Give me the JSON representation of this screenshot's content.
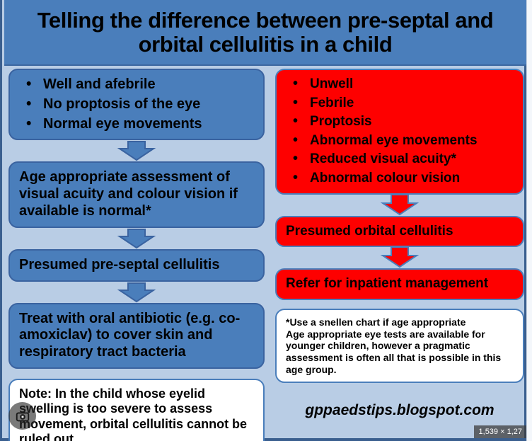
{
  "title": "Telling the difference between pre-septal and orbital cellulitis in a child",
  "colors": {
    "banner_blue": "#4a7ebb",
    "page_blue": "#b9cde5",
    "node_blue": "#4a7ebb",
    "node_red": "#fe0000",
    "border_blue": "#3a63a0",
    "text_black": "#000000",
    "box_white": "#ffffff"
  },
  "left_column": {
    "features_box": {
      "items": [
        "Well and afebrile",
        "No proptosis of the eye",
        "Normal eye movements"
      ]
    },
    "assessment_box": {
      "text": "Age appropriate assessment of visual acuity and colour vision if available is normal*"
    },
    "diagnosis_box": {
      "text": "Presumed pre-septal cellulitis"
    },
    "treatment_box": {
      "text": "Treat with oral antibiotic (e.g. co-amoxiclav) to cover skin and respiratory tract bacteria"
    },
    "note_box": {
      "text": "Note: In the child whose eyelid swelling is too severe to assess movement, orbital cellulitis cannot be ruled out."
    }
  },
  "right_column": {
    "features_box": {
      "items": [
        "Unwell",
        "Febrile",
        "Proptosis",
        "Abnormal eye movements",
        "Reduced visual acuity*",
        "Abnormal colour vision"
      ]
    },
    "diagnosis_box": {
      "text": "Presumed orbital cellulitis"
    },
    "action_box": {
      "text": "Refer for inpatient management"
    },
    "footnote_box": {
      "lines": [
        "*Use a snellen chart if age appropriate",
        "Age appropriate eye tests are available for",
        "younger children, however a pragmatic",
        "assessment is often all that is possible in this",
        "age group."
      ]
    }
  },
  "blog_url": "gppaedstips.blogspot.com",
  "overlay": {
    "capture_icon": "camera-rotate-icon",
    "dimensions_label": "1,539 × 1,27"
  }
}
